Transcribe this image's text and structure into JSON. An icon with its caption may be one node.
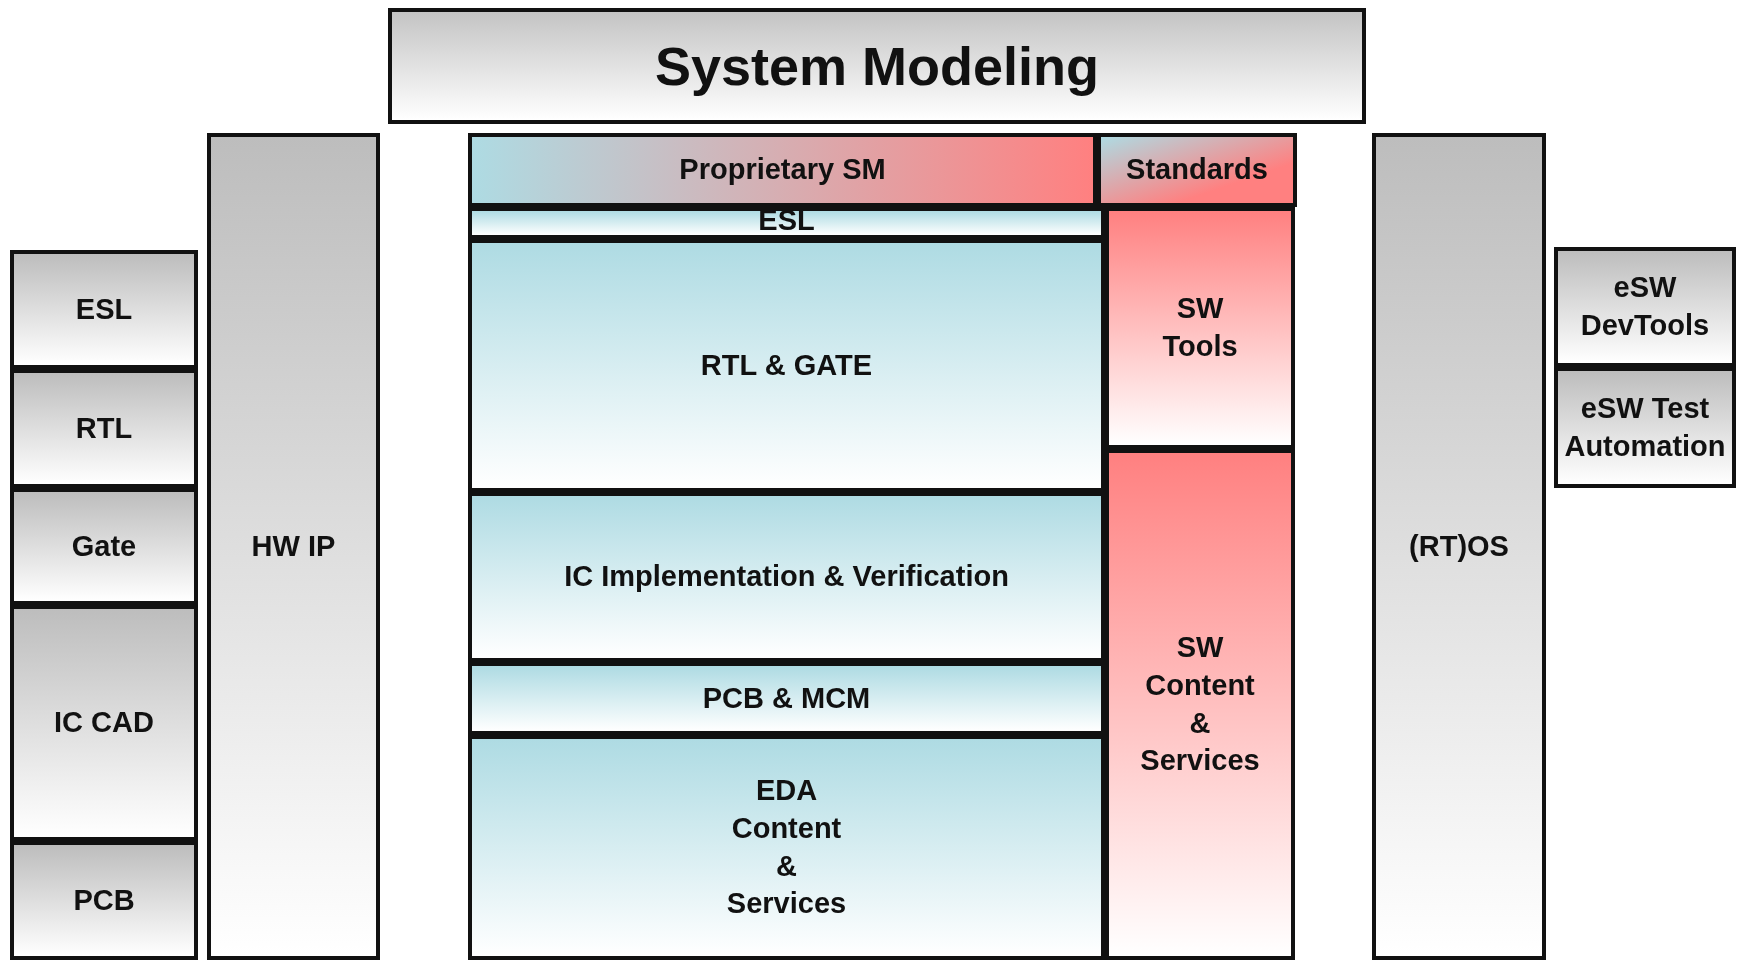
{
  "diagram": {
    "nodes": [
      {
        "text": [
          "System Modeling"
        ]
      },
      {
        "text": [
          "ESL"
        ]
      },
      {
        "text": [
          "RTL"
        ]
      },
      {
        "text": [
          "Gate"
        ]
      },
      {
        "text": [
          "IC CAD"
        ]
      },
      {
        "text": [
          "PCB"
        ]
      },
      {
        "text": [
          "HW IP"
        ]
      },
      {
        "text": [
          "Proprietary SM"
        ]
      },
      {
        "text": [
          "Standards"
        ]
      },
      {
        "text": [
          "ESL"
        ]
      },
      {
        "text": [
          "RTL & GATE"
        ]
      },
      {
        "text": [
          "IC Implementation & Verification"
        ]
      },
      {
        "text": [
          "PCB & MCM"
        ]
      },
      {
        "text": [
          "EDA Content & Services"
        ]
      },
      {
        "text": [
          "SW Tools"
        ]
      },
      {
        "text": [
          "SW Content & Services"
        ]
      },
      {
        "text": [
          "(RT)OS"
        ]
      },
      {
        "text": [
          "eSW DevTools"
        ]
      },
      {
        "text": [
          "eSW Test Automation"
        ]
      }
    ]
  }
}
